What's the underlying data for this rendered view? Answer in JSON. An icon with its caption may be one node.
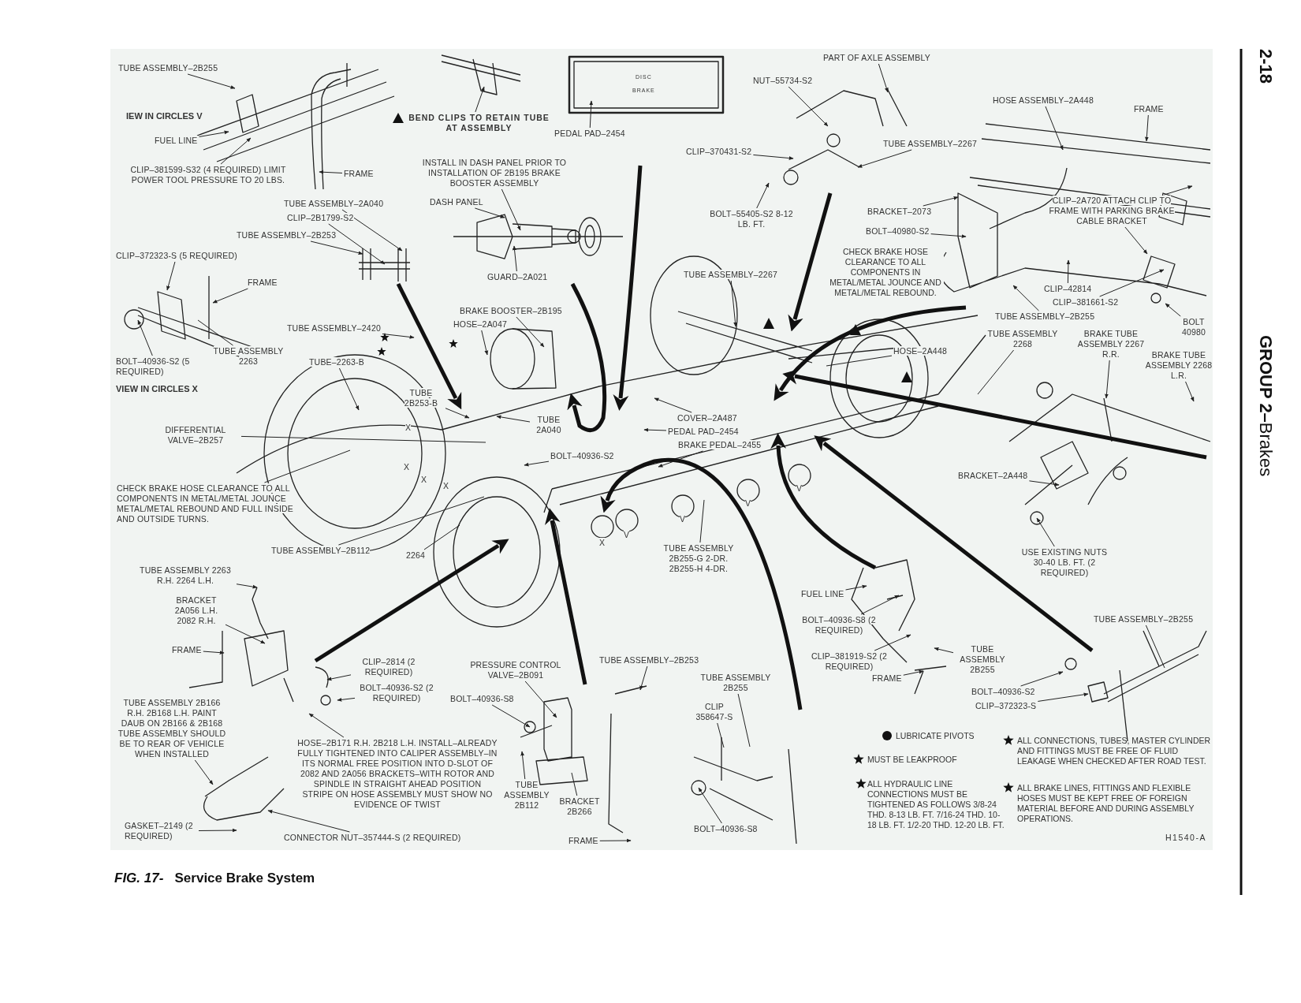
{
  "diagram": {
    "caption": "*FIG. 17-*   Service Brake System",
    "nodes": [
      {
        "text": [
          "TUBE ASSEMBLY–2B255"
        ]
      },
      {
        "text": [
          "FUEL LINE"
        ]
      },
      {
        "text": [
          "CLIP–381599-S32 (4 REQUIRED) LIMIT POWER TOOL PRESSURE TO 20 LBS."
        ]
      },
      {
        "text": [
          "FRAME"
        ]
      },
      {
        "text": [
          "BEND CLIPS TO RETAIN TUBE AT ASSEMBLY"
        ]
      },
      {
        "text": [
          "PEDAL PAD–2454"
        ]
      },
      {
        "text": [
          "PART OF AXLE ASSEMBLY"
        ]
      },
      {
        "text": [
          "NUT–55734-S2"
        ]
      },
      {
        "text": [
          "TUBE ASSEMBLY–2267"
        ]
      },
      {
        "text": [
          "CLIP–370431-S2"
        ]
      },
      {
        "text": [
          "HOSE ASSEMBLY–2A448"
        ]
      },
      {
        "text": [
          "FRAME"
        ]
      },
      {
        "text": [
          "INSTALL IN DASH PANEL PRIOR TO INSTALLATION OF 2B195 BRAKE BOOSTER ASSEMBLY"
        ]
      },
      {
        "text": [
          "TUBE ASSEMBLY–2A040"
        ]
      },
      {
        "text": [
          "CLIP–2B1799-S2"
        ]
      },
      {
        "text": [
          "TUBE ASSEMBLY–2B253"
        ]
      },
      {
        "text": [
          "DASH PANEL"
        ]
      },
      {
        "text": [
          "BOLT–55405-S2 8-12 LB. FT."
        ]
      },
      {
        "text": [
          "BRACKET–2073"
        ]
      },
      {
        "text": [
          "BOLT–40980-S2"
        ]
      },
      {
        "text": [
          "CLIP–2A720 ATTACH CLIP TO FRAME WITH PARKING BRAKE CABLE BRACKET"
        ]
      },
      {
        "text": [
          "CLIP–372323-S (5 REQUIRED)"
        ]
      },
      {
        "text": [
          "FRAME"
        ]
      },
      {
        "text": [
          "GUARD–2A021"
        ]
      },
      {
        "text": [
          "CLIP–42814"
        ]
      },
      {
        "text": [
          "CLIP–381661-S2"
        ]
      },
      {
        "text": [
          "TUBE ASSEMBLY–2267"
        ]
      },
      {
        "text": [
          "TUBE ASSEMBLY–2B255"
        ]
      },
      {
        "text": [
          "BRAKE BOOSTER–2B195"
        ]
      },
      {
        "text": [
          "BOLT 40980"
        ]
      },
      {
        "text": [
          "HOSE–2A047"
        ]
      },
      {
        "text": [
          "TUBE ASSEMBLY–2420"
        ]
      },
      {
        "text": [
          "TUBE ASSEMBLY 2263"
        ]
      },
      {
        "text": [
          "TUBE ASSEMBLY 2268"
        ]
      },
      {
        "text": [
          "BRAKE TUBE ASSEMBLY 2267 R.R."
        ]
      },
      {
        "text": [
          "HOSE–2A448"
        ]
      },
      {
        "text": [
          "BRAKE TUBE ASSEMBLY 2268 L.R."
        ]
      },
      {
        "text": [
          "BOLT–40936-S2 (5 REQUIRED)"
        ]
      },
      {
        "text": [
          "TUBE–2263-B"
        ]
      },
      {
        "text": [
          "TUBE 2B253-B"
        ]
      },
      {
        "text": [
          "TUBE 2A040"
        ]
      },
      {
        "text": [
          "COVER–2A487"
        ]
      },
      {
        "text": [
          "DIFFERENTIAL VALVE–2B257"
        ]
      },
      {
        "text": [
          "PEDAL PAD–2454"
        ]
      },
      {
        "text": [
          "BRAKE PEDAL–2455"
        ]
      },
      {
        "text": [
          "BOLT–40936-S2"
        ]
      },
      {
        "text": [
          "BRACKET–2A448"
        ]
      },
      {
        "text": [
          "CHECK BRAKE HOSE CLEARANCE TO ALL COMPONENTS IN METAL/METAL JOUNCE METAL/METAL REBOUND AND FULL INSIDE AND OUTSIDE TURNS."
        ]
      },
      {
        "text": [
          "TUBE ASSEMBLY–2B112"
        ]
      },
      {
        "text": [
          "2264"
        ]
      },
      {
        "text": [
          "TUBE ASSEMBLY 2B255-G 2-DR. 2B255-H 4-DR."
        ]
      },
      {
        "text": [
          "USE EXISTING NUTS 30-40 LB. FT. (2 REQUIRED)"
        ]
      },
      {
        "text": [
          "TUBE ASSEMBLY 2263 R.H. 2264 L.H."
        ]
      },
      {
        "text": [
          "FUEL LINE"
        ]
      },
      {
        "text": [
          "BRACKET 2A056 L.H. 2082 R.H."
        ]
      },
      {
        "text": [
          "TUBE ASSEMBLY–2B255"
        ]
      },
      {
        "text": [
          "BOLT–40936-S8 (2 REQUIRED)"
        ]
      },
      {
        "text": [
          "FRAME"
        ]
      },
      {
        "text": [
          "TUBE ASSEMBLY 2B255"
        ]
      },
      {
        "text": [
          "CLIP–381919-S2 (2 REQUIRED)"
        ]
      },
      {
        "text": [
          "TUBE ASSEMBLY–2B253"
        ]
      },
      {
        "text": [
          "CLIP–2814 (2 REQUIRED)"
        ]
      },
      {
        "text": [
          "PRESSURE CONTROL VALVE–2B091"
        ]
      },
      {
        "text": [
          "FRAME"
        ]
      },
      {
        "text": [
          "TUBE ASSEMBLY 2B255"
        ]
      },
      {
        "text": [
          "BOLT–40936-S2"
        ]
      },
      {
        "text": [
          "BOLT–40936-S2 (2 REQUIRED)"
        ]
      },
      {
        "text": [
          "TUBE ASSEMBLY 2B166 R.H. 2B168 L.H. PAINT DAUB ON 2B166 & 2B168 TUBE ASSEMBLY SHOULD BE TO REAR OF VEHICLE WHEN INSTALLED"
        ]
      },
      {
        "text": [
          "BOLT–40936-S8"
        ]
      },
      {
        "text": [
          "CLIP–372323-S"
        ]
      },
      {
        "text": [
          "CLIP 358647-S"
        ]
      },
      {
        "text": [
          "HOSE–2B171 R.H. 2B218 L.H. INSTALL–ALREADY FULLY TIGHTENED INTO CALIPER ASSEMBLY–IN ITS NORMAL FREE POSITION INTO D-SLOT OF 2082 AND 2A056 BRACKETS–WITH ROTOR AND SPINDLE IN STRAIGHT AHEAD POSITION STRIPE ON HOSE ASSEMBLY MUST SHOW NO EVIDENCE OF TWIST"
        ]
      },
      {
        "text": [
          "TUBE ASSEMBLY 2B112"
        ]
      },
      {
        "text": [
          "BRACKET 2B266"
        ]
      },
      {
        "text": [
          "GASKET–2149 (2 REQUIRED)"
        ]
      },
      {
        "text": [
          "BOLT–40936-S8"
        ]
      },
      {
        "text": [
          "CONNECTOR NUT–357444-S (2 REQUIRED)"
        ]
      },
      {
        "text": [
          "FRAME"
        ]
      }
    ],
    "edges": [
      {
        "from": 0,
        "to": null,
        "arrow": "to"
      },
      {
        "from": 1,
        "to": null,
        "arrow": "to"
      },
      {
        "from": 2,
        "to": null,
        "arrow": "to"
      },
      {
        "from": 3,
        "to": null,
        "arrow": "to"
      },
      {
        "from": 4,
        "to": null,
        "arrow": "to"
      },
      {
        "from": 5,
        "to": null,
        "arrow": "to"
      },
      {
        "from": 6,
        "to": null,
        "arrow": "to"
      },
      {
        "from": 7,
        "to": null,
        "arrow": "to"
      },
      {
        "from": 8,
        "to": null,
        "arrow": "to"
      },
      {
        "from": 9,
        "to": null,
        "arrow": "to"
      },
      {
        "from": 10,
        "to": null,
        "arrow": "to"
      },
      {
        "from": 11,
        "to": null,
        "arrow": "to"
      },
      {
        "from": 12,
        "to": null,
        "arrow": "to"
      },
      {
        "from": 13,
        "to": null,
        "arrow": "to"
      },
      {
        "from": 14,
        "to": null,
        "arrow": "to"
      },
      {
        "from": 15,
        "to": null,
        "arrow": "to"
      },
      {
        "from": 16,
        "to": null,
        "arrow": "to"
      },
      {
        "from": 17,
        "to": null,
        "arrow": "to"
      },
      {
        "from": 18,
        "to": null,
        "arrow": "to"
      },
      {
        "from": 19,
        "to": null,
        "arrow": "to"
      },
      {
        "from": 20,
        "to": null,
        "arrow": "to"
      },
      {
        "from": 20,
        "to": null,
        "arrow": "to"
      },
      {
        "from": 21,
        "to": null,
        "arrow": "to"
      },
      {
        "from": 22,
        "to": null,
        "arrow": "to"
      },
      {
        "from": 23,
        "to": null,
        "arrow": "to"
      },
      {
        "from": 24,
        "to": null,
        "arrow": "to"
      },
      {
        "from": 25,
        "to": null,
        "arrow": "to"
      },
      {
        "from": 26,
        "to": null,
        "arrow": "to"
      },
      {
        "from": 27,
        "to": null,
        "arrow": "to"
      },
      {
        "from": 28,
        "to": null,
        "arrow": "to"
      },
      {
        "from": 29,
        "to": null,
        "arrow": "to"
      },
      {
        "from": 30,
        "to": null,
        "arrow": "to"
      },
      {
        "from": 31,
        "to": null,
        "arrow": "to"
      },
      {
        "from": 32,
        "to": null,
        "arrow": "none"
      },
      {
        "from": 33,
        "to": null,
        "arrow": "none"
      },
      {
        "from": 34,
        "to": null,
        "arrow": "to"
      },
      {
        "from": 35,
        "to": null,
        "arrow": "none"
      },
      {
        "from": 36,
        "to": null,
        "arrow": "to"
      },
      {
        "from": 37,
        "to": null,
        "arrow": "to"
      },
      {
        "from": 38,
        "to": null,
        "arrow": "to"
      },
      {
        "from": 39,
        "to": null,
        "arrow": "to"
      },
      {
        "from": 40,
        "to": null,
        "arrow": "to"
      },
      {
        "from": 41,
        "to": null,
        "arrow": "to"
      },
      {
        "from": 42,
        "to": null,
        "arrow": "none"
      },
      {
        "from": 43,
        "to": null,
        "arrow": "to"
      },
      {
        "from": 44,
        "to": null,
        "arrow": "to"
      },
      {
        "from": 45,
        "to": null,
        "arrow": "to"
      },
      {
        "from": 46,
        "to": null,
        "arrow": "to"
      },
      {
        "from": 47,
        "to": null,
        "arrow": "none"
      },
      {
        "from": 48,
        "to": null,
        "arrow": "none"
      },
      {
        "from": 49,
        "to": null,
        "arrow": "none"
      },
      {
        "from": 50,
        "to": null,
        "arrow": "none"
      },
      {
        "from": 51,
        "to": null,
        "arrow": "to"
      },
      {
        "from": 52,
        "to": null,
        "arrow": "to"
      },
      {
        "from": 53,
        "to": null,
        "arrow": "to"
      },
      {
        "from": 54,
        "to": null,
        "arrow": "to"
      },
      {
        "from": 55,
        "to": null,
        "arrow": "none"
      },
      {
        "from": 56,
        "to": null,
        "arrow": "to"
      },
      {
        "from": 57,
        "to": null,
        "arrow": "to"
      },
      {
        "from": 58,
        "to": null,
        "arrow": "to"
      },
      {
        "from": 59,
        "to": null,
        "arrow": "to"
      },
      {
        "from": 60,
        "to": null,
        "arrow": "to"
      },
      {
        "from": 61,
        "to": null,
        "arrow": "to"
      },
      {
        "from": 62,
        "to": null,
        "arrow": "to"
      },
      {
        "from": 63,
        "to": null,
        "arrow": "to"
      },
      {
        "from": 64,
        "to": null,
        "arrow": "none"
      },
      {
        "from": 65,
        "to": null,
        "arrow": "to"
      },
      {
        "from": 66,
        "to": null,
        "arrow": "to"
      },
      {
        "from": 67,
        "to": null,
        "arrow": "to"
      },
      {
        "from": 68,
        "to": null,
        "arrow": "to"
      },
      {
        "from": 69,
        "to": null,
        "arrow": "to"
      },
      {
        "from": 70,
        "to": null,
        "arrow": "none"
      },
      {
        "from": 71,
        "to": null,
        "arrow": "to"
      },
      {
        "from": 72,
        "to": null,
        "arrow": "to"
      },
      {
        "from": 73,
        "to": null,
        "arrow": "none"
      },
      {
        "from": 74,
        "to": null,
        "arrow": "to"
      },
      {
        "from": 75,
        "to": null,
        "arrow": "to"
      },
      {
        "from": 76,
        "to": null,
        "arrow": "to"
      },
      {
        "from": 77,
        "to": null,
        "arrow": "to"
      }
    ],
    "labels": [
      "IEW IN CIRCLES V",
      "VIEW IN CIRCLES X",
      "CHECK BRAKE HOSE CLEARANCE TO ALL COMPONENTS IN METAL/METAL JOUNCE AND METAL/METAL REBOUND.",
      "DISC",
      "BRAKE",
      "X",
      "X",
      "X",
      "X",
      "X",
      "V",
      "V",
      "V",
      "V",
      "H1540-A",
      "2-18",
      "**GROUP 2–**Brakes"
    ],
    "legend": [
      {
        "text": "LUBRICATE PIVOTS"
      },
      {
        "text": "MUST BE LEAKPROOF"
      },
      {
        "text": "ALL HYDRAULIC LINE CONNECTIONS MUST BE TIGHTENED AS FOLLOWS 3/8-24 THD. 8-13 LB. FT. 7/16-24 THD. 10-18 LB. FT. 1/2-20 THD. 12-20 LB. FT."
      },
      {
        "text": "ALL CONNECTIONS, TUBES, MASTER CYLINDER AND FITTINGS MUST BE FREE OF FLUID LEAKAGE WHEN CHECKED AFTER ROAD TEST."
      },
      {
        "text": "ALL BRAKE LINES, FITTINGS AND FLEXIBLE HOSES MUST BE KEPT FREE OF FOREIGN MATERIAL BEFORE AND DURING ASSEMBLY OPERATIONS."
      }
    ]
  }
}
